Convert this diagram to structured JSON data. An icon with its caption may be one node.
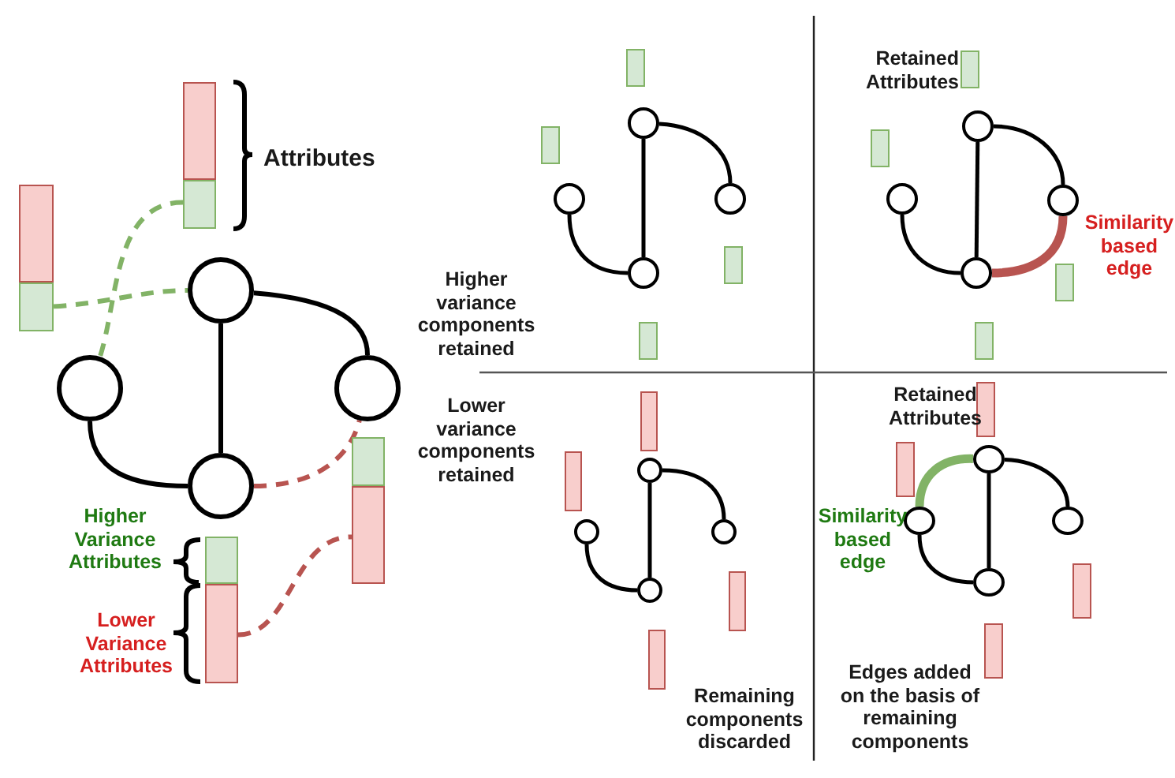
{
  "diagram": {
    "nodes": [
      {
        "text": [],
        "shape": "bar"
      },
      {
        "text": [],
        "shape": "bar"
      },
      {
        "text": [],
        "shape": "circle"
      },
      {
        "text": [],
        "shape": "circle"
      },
      {
        "text": [],
        "shape": "circle"
      },
      {
        "text": [],
        "shape": "circle"
      },
      {
        "text": [],
        "shape": "bar"
      },
      {
        "text": [],
        "shape": "bar"
      },
      {
        "text": [],
        "shape": "bar"
      },
      {
        "text": [],
        "shape": "bar"
      },
      {
        "text": [],
        "shape": "circle"
      },
      {
        "text": [],
        "shape": "circle"
      },
      {
        "text": [],
        "shape": "circle"
      },
      {
        "text": [],
        "shape": "bar"
      },
      {
        "text": [],
        "shape": "circle"
      },
      {
        "text": [],
        "shape": "bar"
      },
      {
        "text": [],
        "shape": "bar"
      },
      {
        "text": [],
        "shape": "circle"
      },
      {
        "text": [],
        "shape": "bar"
      },
      {
        "text": [],
        "shape": "circle"
      },
      {
        "text": [],
        "shape": "circle"
      },
      {
        "text": [],
        "shape": "circle"
      },
      {
        "text": [],
        "shape": "bar"
      },
      {
        "text": [],
        "shape": "bar"
      },
      {
        "text": [],
        "shape": "bar"
      },
      {
        "text": [],
        "shape": "bar"
      },
      {
        "text": [],
        "shape": "circle"
      },
      {
        "text": [],
        "shape": "circle"
      },
      {
        "text": [],
        "shape": "circle"
      },
      {
        "text": [],
        "shape": "circle"
      },
      {
        "text": [],
        "shape": "bar"
      },
      {
        "text": [],
        "shape": "bar"
      },
      {
        "text": [],
        "shape": "bar"
      },
      {
        "text": [],
        "shape": "bar"
      },
      {
        "text": [],
        "shape": "circle"
      },
      {
        "text": [],
        "shape": "circle"
      },
      {
        "text": [],
        "shape": "circle"
      },
      {
        "text": [],
        "shape": "circle"
      },
      {
        "text": [],
        "shape": "bar"
      },
      {
        "text": [],
        "shape": "bar"
      }
    ],
    "edges": [
      {
        "from": 2,
        "to": 5,
        "arrow": "none"
      },
      {
        "from": 2,
        "to": 4,
        "arrow": "none"
      },
      {
        "from": 3,
        "to": 5,
        "arrow": "none"
      },
      {
        "from": 0,
        "to": 3,
        "arrow": "none",
        "style": "dashed",
        "color": "#82b366"
      },
      {
        "from": 1,
        "to": 2,
        "arrow": "none",
        "style": "dashed",
        "color": "#82b366"
      },
      {
        "from": 5,
        "to": 4,
        "arrow": "none",
        "style": "dashed",
        "color": "#b85450"
      },
      {
        "from": 7,
        "to": 6,
        "arrow": "none",
        "style": "dashed",
        "color": "#b85450"
      },
      {
        "from": 10,
        "to": 14,
        "arrow": "none"
      },
      {
        "from": 10,
        "to": 12,
        "arrow": "none"
      },
      {
        "from": 11,
        "to": 14,
        "arrow": "none"
      },
      {
        "from": 17,
        "to": 21,
        "arrow": "none"
      },
      {
        "from": 17,
        "to": 20,
        "arrow": "none"
      },
      {
        "from": 19,
        "to": 21,
        "arrow": "none"
      },
      {
        "from": 20,
        "to": 21,
        "arrow": "none",
        "style": "thick",
        "color": "#b85450"
      },
      {
        "from": 26,
        "to": 29,
        "arrow": "none"
      },
      {
        "from": 26,
        "to": 28,
        "arrow": "none"
      },
      {
        "from": 27,
        "to": 29,
        "arrow": "none"
      },
      {
        "from": 34,
        "to": 37,
        "arrow": "none"
      },
      {
        "from": 34,
        "to": 36,
        "arrow": "none"
      },
      {
        "from": 35,
        "to": 37,
        "arrow": "none"
      },
      {
        "from": 35,
        "to": 34,
        "arrow": "none",
        "style": "thick",
        "color": "#82b366"
      }
    ],
    "labels": [
      "Attributes",
      "Retained Attributes",
      "Similarity based edge",
      "Higher variance components retained",
      "Lower variance components retained",
      "Retained Attributes",
      "Similarity based edge",
      "Higher Variance Attributes",
      "Lower Variance Attributes",
      "Remaining components discarded",
      "Edges added on the basis of remaining components"
    ]
  }
}
